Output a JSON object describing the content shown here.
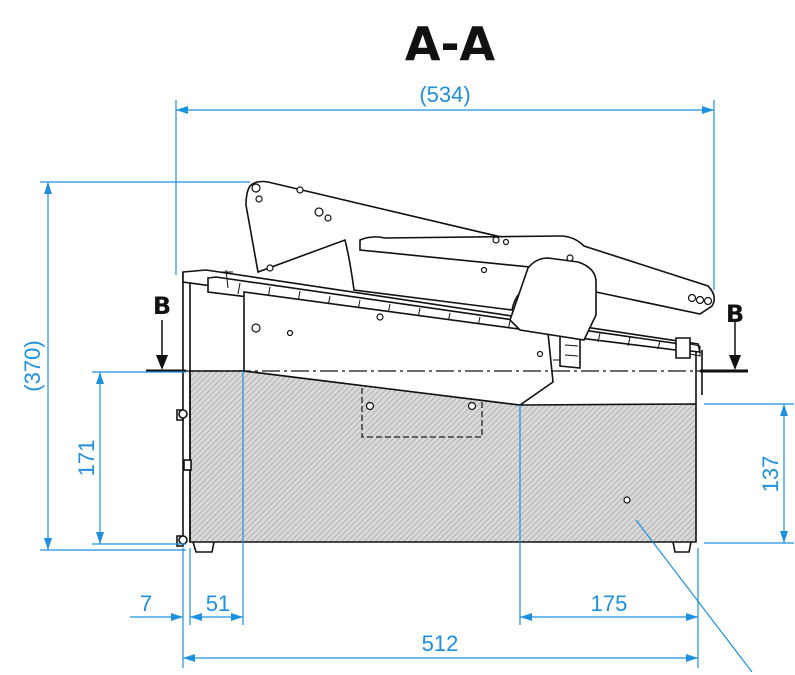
{
  "title": "A-A",
  "section_label_left": "B",
  "section_label_right": "B",
  "dimensions": {
    "overall_width_ref": "534",
    "overall_height_ref": "370",
    "left_height": "171",
    "right_height": "137",
    "offset_left_small": "7",
    "offset_left": "51",
    "offset_right": "175",
    "base_width": "512"
  },
  "colors": {
    "dimension": "#1e90e0",
    "outline": "#111111",
    "hatch": "#b8b8b8"
  }
}
